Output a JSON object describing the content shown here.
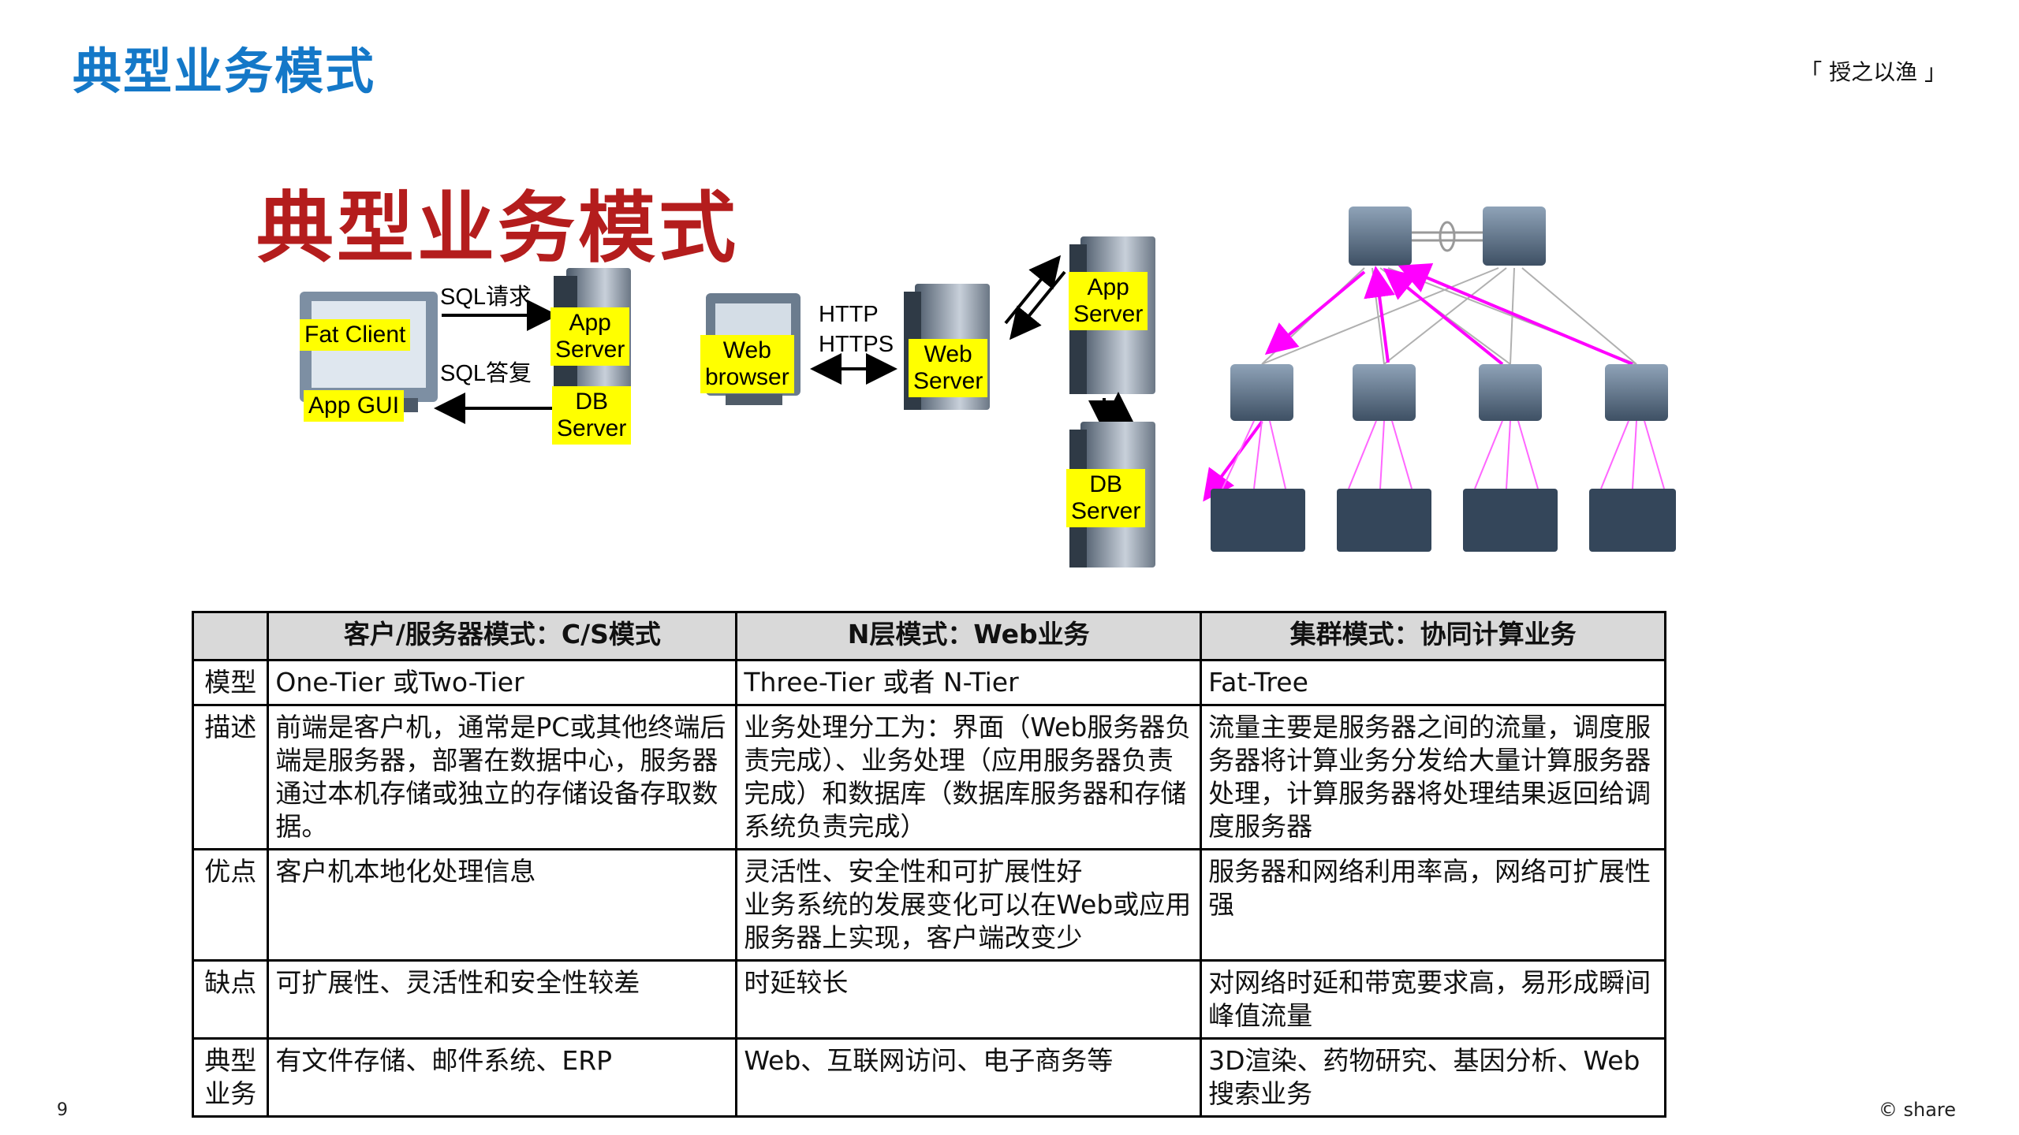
{
  "header": {
    "title": "典型业务模式",
    "tagline": "「 授之以渔 」"
  },
  "footer": {
    "page_number": "9",
    "copyright": "© share"
  },
  "figure": {
    "title": "典型业务模式",
    "cs": {
      "fat_client": "Fat Client",
      "app_gui": "App GUI",
      "app_server": "App\nServer",
      "db_server": "DB\nServer",
      "sql_request": "SQL请求",
      "sql_reply": "SQL答复"
    },
    "ntier": {
      "web_browser": "Web\nbrowser",
      "protocol": "HTTP\nHTTPS",
      "web_server": "Web\nServer",
      "app_server": "App\nServer",
      "db_server": "DB\nServer"
    }
  },
  "table": {
    "headers": [
      "",
      "客户/服务器模式：C/S模式",
      "N层模式：Web业务",
      "集群模式：协同计算业务"
    ],
    "rows": [
      {
        "label": "模型",
        "cells": [
          "One-Tier 或Two-Tier",
          "Three-Tier 或者 N-Tier",
          "Fat-Tree"
        ]
      },
      {
        "label": "描述",
        "cells": [
          "前端是客户机，通常是PC或其他终端后端是服务器，部署在数据中心，服务器通过本机存储或独立的存储设备存取数据。",
          "业务处理分工为：界面（Web服务器负责完成）、业务处理（应用服务器负责完成）和数据库（数据库服务器和存储系统负责完成）",
          "流量主要是服务器之间的流量，调度服务器将计算业务分发给大量计算服务器处理，计算服务器将处理结果返回给调度服务器"
        ]
      },
      {
        "label": "优点",
        "cells": [
          "客户机本地化处理信息",
          "灵活性、安全性和可扩展性好\n业务系统的发展变化可以在Web或应用服务器上实现，客户端改变少",
          "服务器和网络利用率高，网络可扩展性强"
        ]
      },
      {
        "label": "缺点",
        "cells": [
          "可扩展性、灵活性和安全性较差",
          "时延较长",
          "对网络时延和带宽要求高，易形成瞬间峰值流量"
        ]
      },
      {
        "label": "典型\n业务",
        "cells": [
          "有文件存储、邮件系统、ERP",
          "Web、互联网访问、电子商务等",
          "3D渲染、药物研究、基因分析、Web搜索业务"
        ]
      }
    ]
  }
}
